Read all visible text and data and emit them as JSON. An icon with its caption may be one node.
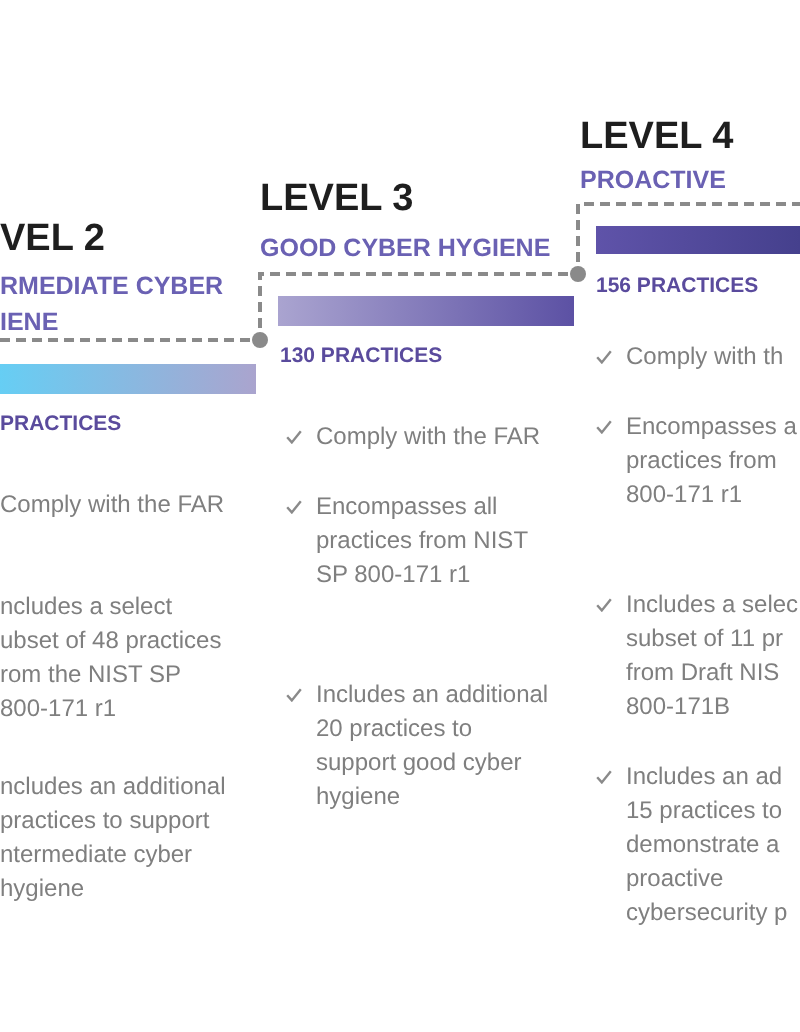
{
  "diagram": {
    "nodes": [
      {
        "text": [],
        "shape": "bar"
      },
      {
        "text": [],
        "shape": "bar"
      },
      {
        "text": [],
        "shape": "bar"
      }
    ],
    "labels": [
      "VEL 2",
      "RMEDIATE CYBER IENE",
      "PRACTICES",
      "Comply with the FAR",
      "ncludes a select ubset of 48 practices rom the NIST SP 800-171 r1",
      "ncludes an additional practices to support ntermediate cyber hygiene",
      "LEVEL 3",
      "GOOD CYBER HYGIENE",
      "130 PRACTICES",
      "Comply with the FAR",
      "Encompasses all practices from NIST SP 800-171 r1",
      "Includes an additional 20 practices to support good cyber hygiene",
      "LEVEL 4",
      "PROACTIVE",
      "156 PRACTICES",
      "Comply with th",
      "Encompasses a practices from 800-171 r1",
      "Includes a selec subset of 11 pr from Draft NIS 800-171B",
      "Includes an ad 15 practices to demonstrate a proactive cybersecurity p"
    ]
  }
}
